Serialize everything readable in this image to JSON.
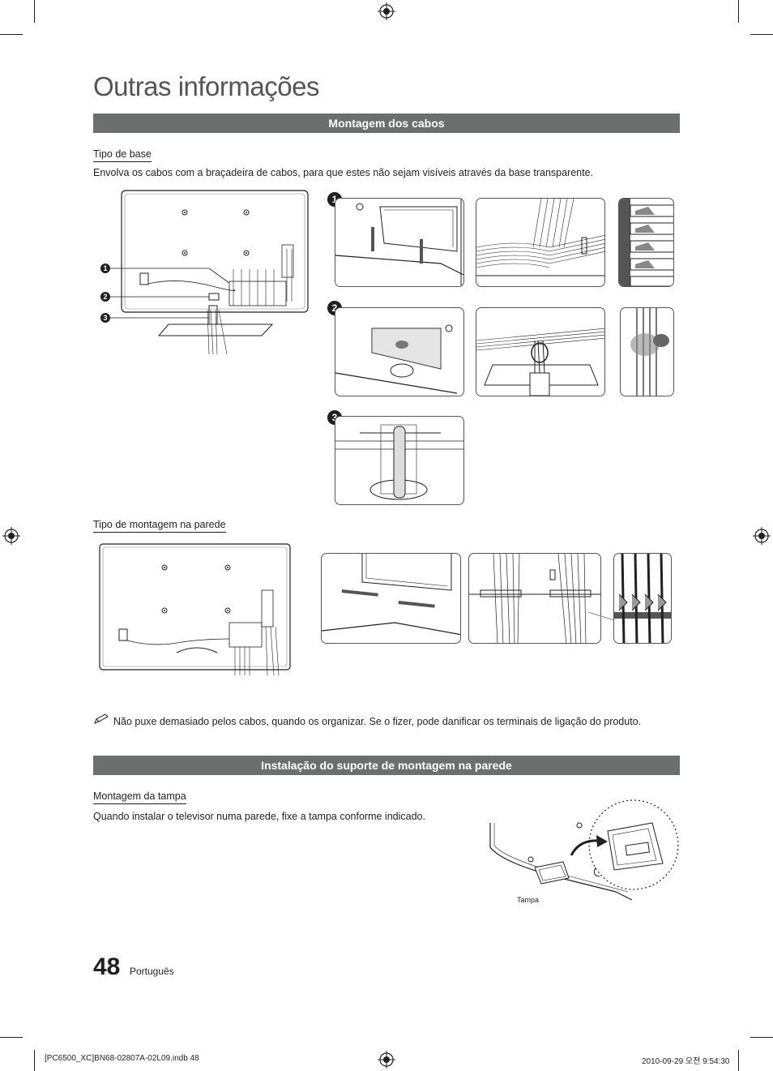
{
  "page": {
    "title": "Outras informações",
    "page_number": "48",
    "language": "Português"
  },
  "section_cables": {
    "heading": "Montagem dos cabos",
    "base_type": {
      "subtitle": "Tipo de base",
      "text": "Envolva os cabos com a braçadeira de cabos, para que estes não sejam visíveis através da base transparente.",
      "callouts": [
        "1",
        "2",
        "3"
      ]
    },
    "wall_type": {
      "subtitle": "Tipo de montagem na parede"
    },
    "note": "Não puxe demasiado pelos cabos, quando os organizar. Se o fizer, pode danificar os terminais de ligação do produto."
  },
  "section_wall": {
    "heading": "Instalação do suporte de montagem na parede",
    "cover": {
      "subtitle": "Montagem da tampa",
      "text": "Quando instalar o televisor numa parede, fixe a tampa conforme indicado.",
      "label": "Tampa"
    }
  },
  "footer": {
    "file": "[PC6500_XC]BN68-02807A-02L09.indb   48",
    "timestamp": "2010-09-29   오전 9:54:30"
  }
}
